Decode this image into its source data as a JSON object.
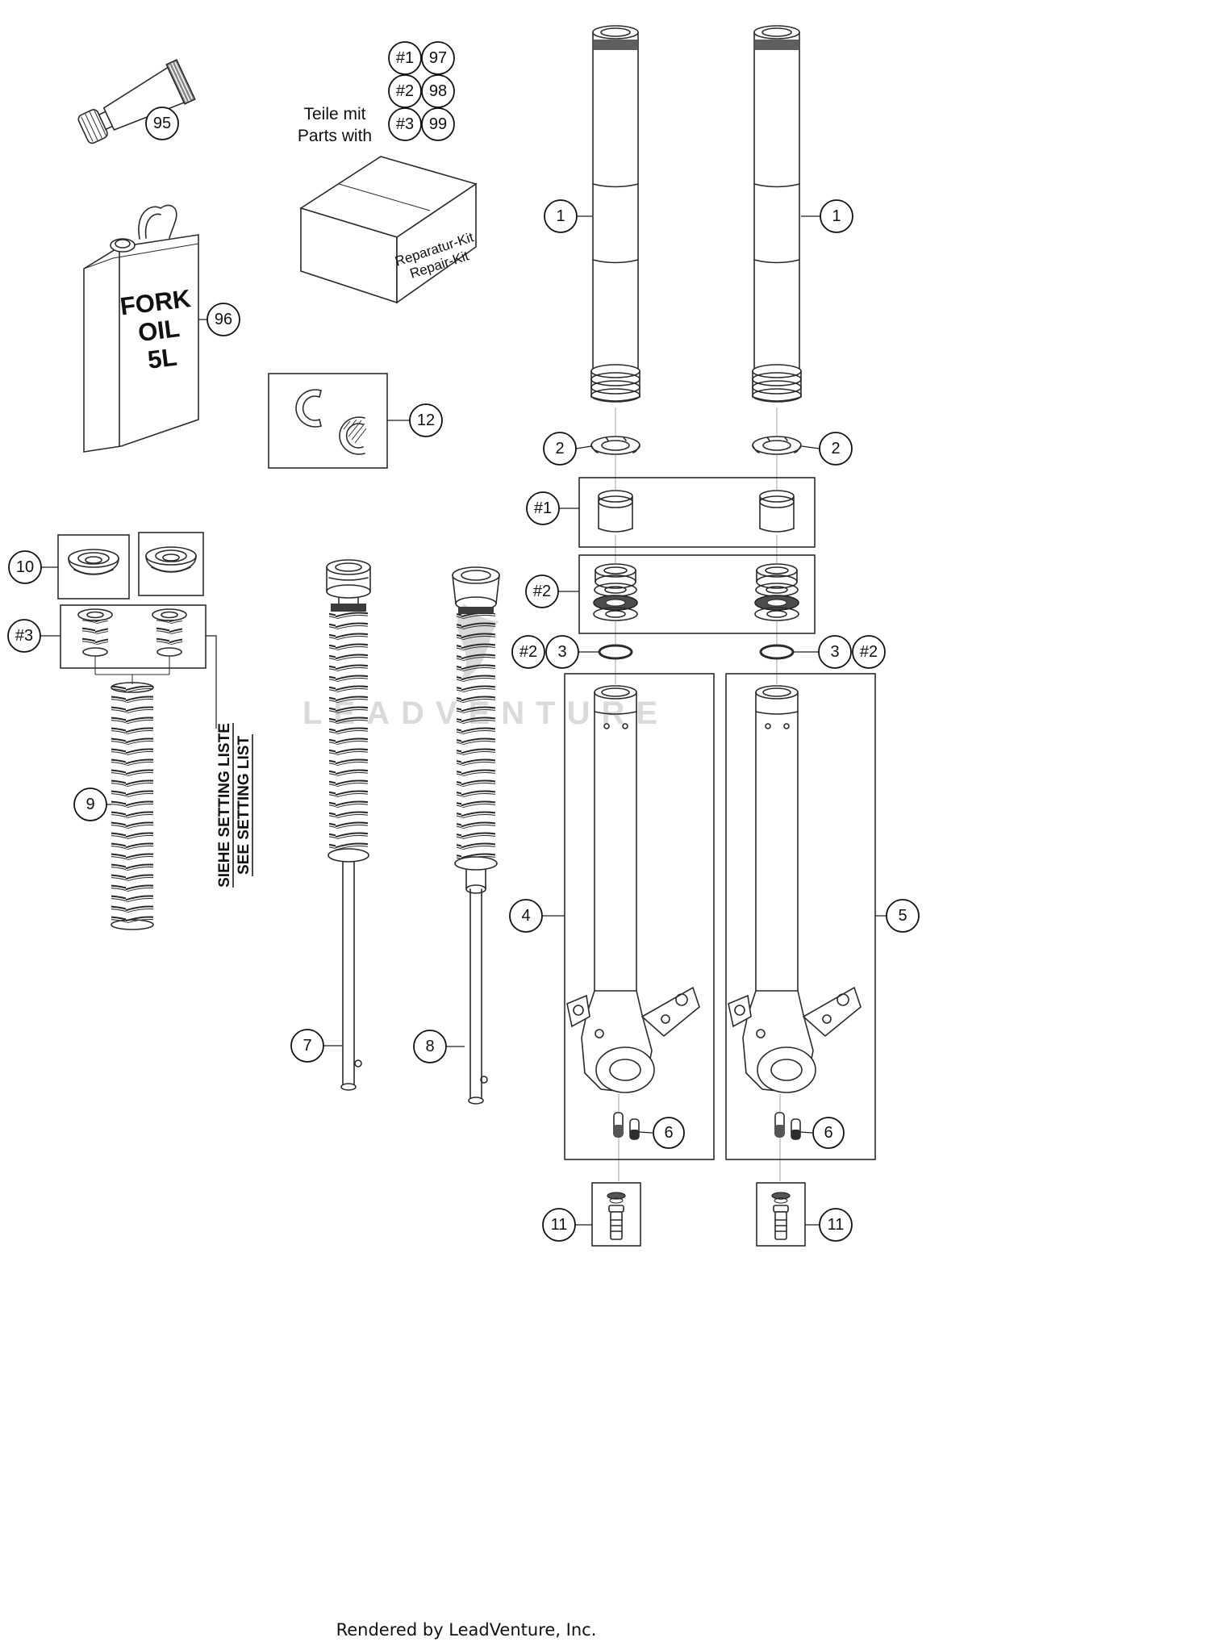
{
  "page": {
    "footer": "Rendered by LeadVenture, Inc.",
    "watermark_text": "LEADVENTURE",
    "background": "#ffffff",
    "ink_color": "#2a2a2a",
    "watermark_color": "#dadada"
  },
  "legend": {
    "teile_mit": "Teile mit",
    "parts_with": "Parts with"
  },
  "notes": {
    "setting_list_de": "SIEHE SETTING LISTE",
    "setting_list_en": "SEE SETTING LIST"
  },
  "artwork_text": {
    "fork_oil_can": {
      "line1": "FORK",
      "line2": "OIL",
      "line3": "5L"
    },
    "repair_kit_box": {
      "line1": "Reparatur-Kit",
      "line2": "Repair-Kit"
    }
  },
  "callouts": {
    "grease_tube": "95",
    "fork_oil": "96",
    "kit_ref_1": "#1",
    "kit_num_1": "97",
    "kit_ref_2": "#2",
    "kit_num_2": "98",
    "kit_ref_3": "#3",
    "kit_num_3": "99",
    "bushing_kit": "12",
    "caps": "10",
    "adjusters": "#3",
    "main_spring": "9",
    "cartridge_left": "7",
    "cartridge_right": "8",
    "inner_tube_left": "1",
    "inner_tube_right": "1",
    "adjust_ring_left": "2",
    "adjust_ring_right": "2",
    "bushings_box": "#1",
    "seals_box": "#2",
    "oring_ref_left": "#2",
    "oring_left": "3",
    "oring_right": "3",
    "oring_ref_right": "#2",
    "outer_leg_left": "4",
    "outer_leg_right": "5",
    "bolts_left": "6",
    "bolts_right": "6",
    "screw_left": "11",
    "screw_right": "11"
  }
}
